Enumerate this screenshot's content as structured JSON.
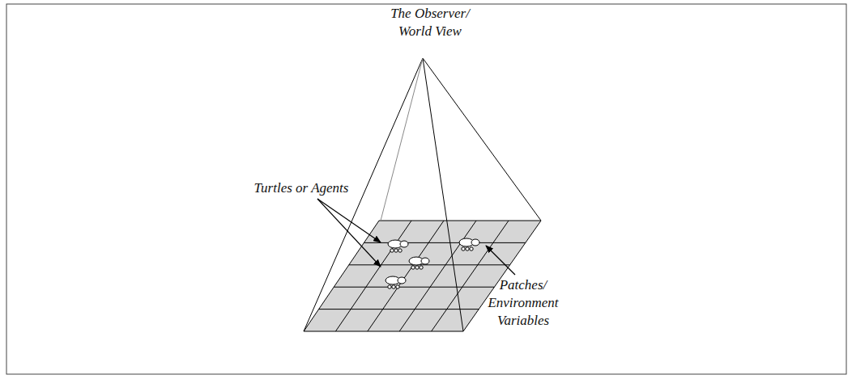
{
  "diagram": {
    "labels": [
      "The Observer/ World View",
      "Turtles or Agents",
      "Patches/ Environment Variables"
    ]
  }
}
